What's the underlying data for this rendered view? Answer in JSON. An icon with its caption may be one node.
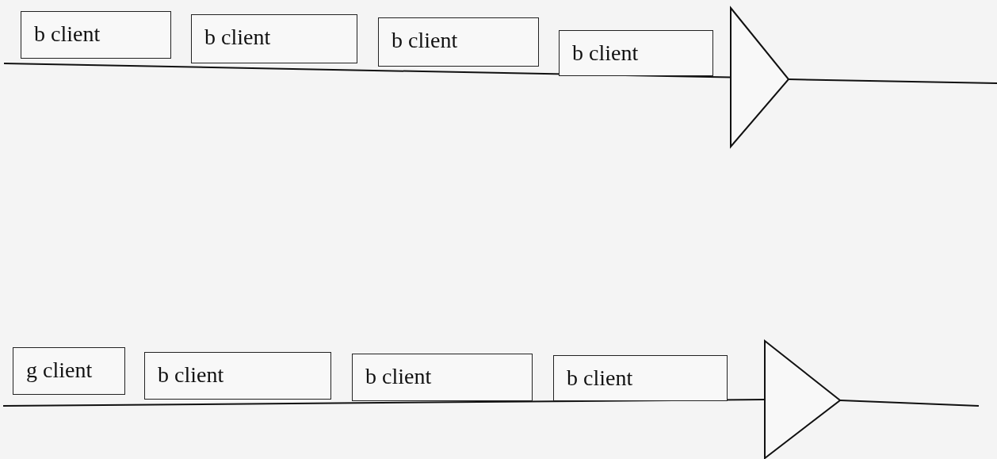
{
  "diagram": {
    "nodes": [
      {
        "text": [
          "b client"
        ]
      },
      {
        "text": [
          "b client"
        ]
      },
      {
        "text": [
          "b client"
        ]
      },
      {
        "text": [
          "b client"
        ]
      },
      {
        "text": [],
        "shape": "triangle"
      },
      {
        "text": [
          "g client"
        ]
      },
      {
        "text": [
          "b client"
        ]
      },
      {
        "text": [
          "b client"
        ]
      },
      {
        "text": [
          "b client"
        ]
      },
      {
        "text": [],
        "shape": "triangle"
      }
    ],
    "edges": [
      {
        "from": null,
        "to": 4,
        "arrow": "none"
      },
      {
        "from": 4,
        "to": null,
        "arrow": "none"
      },
      {
        "from": null,
        "to": 9,
        "arrow": "none"
      },
      {
        "from": 9,
        "to": null,
        "arrow": "none"
      }
    ]
  }
}
